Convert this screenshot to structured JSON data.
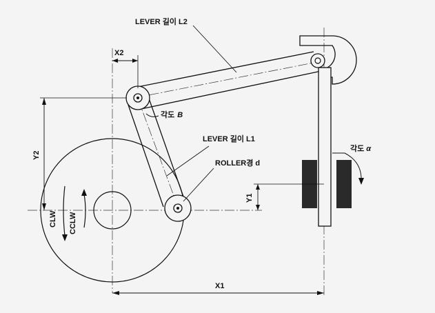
{
  "labels": {
    "lever_l2": "LEVER 길이 L2",
    "lever_l1": "LEVER 길이 L1",
    "roller_d": "ROLLER경 d",
    "angle_b": "각도 B",
    "angle_b_prefix": "각도",
    "angle_b_symbol": "B",
    "angle_a": "각도 α",
    "angle_a_prefix": "각도",
    "angle_a_symbol": "α",
    "x1": "X1",
    "x2": "X2",
    "y1": "Y1",
    "y2": "Y2",
    "clw": "CLW",
    "cclw": "CCLW"
  },
  "colors": {
    "background": "#f4f4f4",
    "line": "#111111",
    "roller_block": "#2a2a2a"
  }
}
